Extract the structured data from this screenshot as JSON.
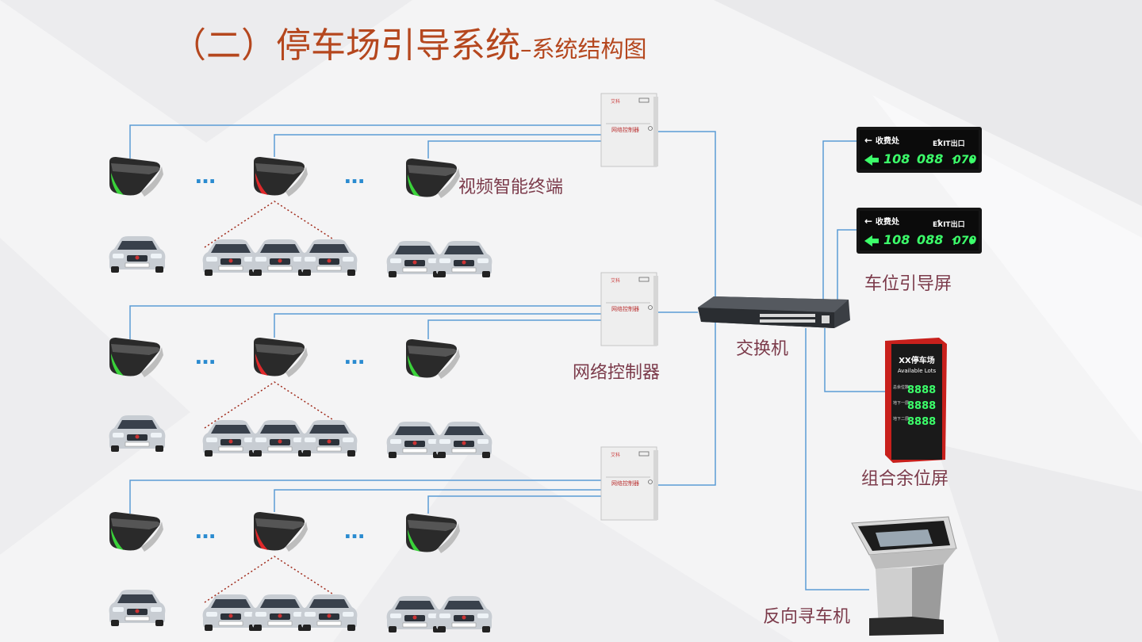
{
  "title": {
    "main": "（二）停车场引导系统",
    "sub": "–系统结构图"
  },
  "labels": {
    "terminal": "视频智能终端",
    "controller": "网络控制器",
    "switch": "交换机",
    "guide_screen": "车位引导屏",
    "combo_screen": "组合余位屏",
    "kiosk": "反向寻车机"
  },
  "ellipsis": "…",
  "controller_box_text": "网络控制器",
  "guide_display": {
    "top_left": "收费处",
    "top_right": "EXIT出口",
    "num1": "108",
    "num2": "088",
    "num3": "070"
  },
  "combo_display": {
    "title": "XX停车场",
    "subtitle": "Available Lots",
    "rows": [
      {
        "label": "总余位数",
        "value": "8888"
      },
      {
        "label": "地下一层",
        "value": "8888"
      },
      {
        "label": "地下二层",
        "value": "8888"
      }
    ]
  },
  "colors": {
    "accent": "#b5471e",
    "line": "#5b9bd5",
    "label": "#7b3a4a",
    "led": "#3cff6a"
  }
}
